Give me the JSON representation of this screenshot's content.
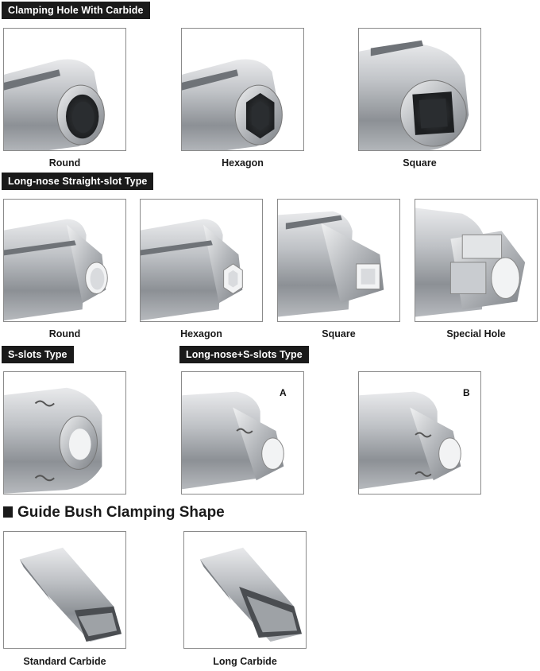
{
  "sections": {
    "clamping_hole": {
      "title": "Clamping Hole With Carbide",
      "items": [
        {
          "label": "Round",
          "icon": "collet-round-carbide-icon"
        },
        {
          "label": "Hexagon",
          "icon": "collet-hexagon-carbide-icon"
        },
        {
          "label": "Square",
          "icon": "collet-square-carbide-icon"
        }
      ]
    },
    "long_nose_straight": {
      "title": "Long-nose Straight-slot Type",
      "items": [
        {
          "label": "Round",
          "icon": "long-nose-round-collet-icon"
        },
        {
          "label": "Hexagon",
          "icon": "long-nose-hexagon-collet-icon"
        },
        {
          "label": "Square",
          "icon": "long-nose-square-collet-icon"
        },
        {
          "label": "Special Hole",
          "icon": "long-nose-special-hole-collet-icon"
        }
      ]
    },
    "s_slots": {
      "title": "S-slots Type",
      "icon": "s-slot-collet-icon"
    },
    "long_nose_s_slots": {
      "title": "Long-nose+S-slots Type",
      "items": [
        {
          "tag": "A",
          "icon": "long-nose-s-slot-collet-a-icon"
        },
        {
          "tag": "B",
          "icon": "long-nose-s-slot-collet-b-icon"
        }
      ]
    },
    "guide_bush": {
      "title": "Guide Bush Clamping Shape",
      "items": [
        {
          "label": "Standard Carbide",
          "icon": "guide-bush-standard-carbide-icon"
        },
        {
          "label": "Long Carbide",
          "icon": "guide-bush-long-carbide-icon"
        }
      ]
    }
  }
}
